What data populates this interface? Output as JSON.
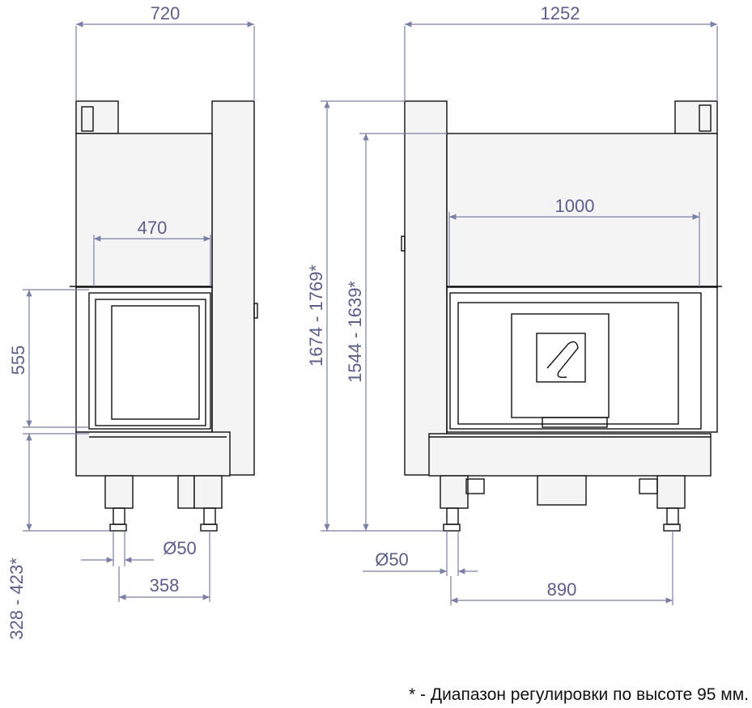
{
  "dimensions": {
    "front_width": "720",
    "front_opening": "470",
    "front_height": "555",
    "front_leg_range": "328 - 423*",
    "front_leg_diam": "Ø50",
    "front_leg_spacing": "358",
    "side_width": "1252",
    "side_opening": "1000",
    "side_total_height": "1674 - 1769*",
    "side_height_2": "1544 - 1639*",
    "side_leg_diam": "Ø50",
    "side_leg_spacing": "890"
  },
  "footnote": "* - Диапазон регулировки по высоте 95 мм.",
  "colors": {
    "dimension": "#5b5f8a",
    "outline": "#111111"
  }
}
